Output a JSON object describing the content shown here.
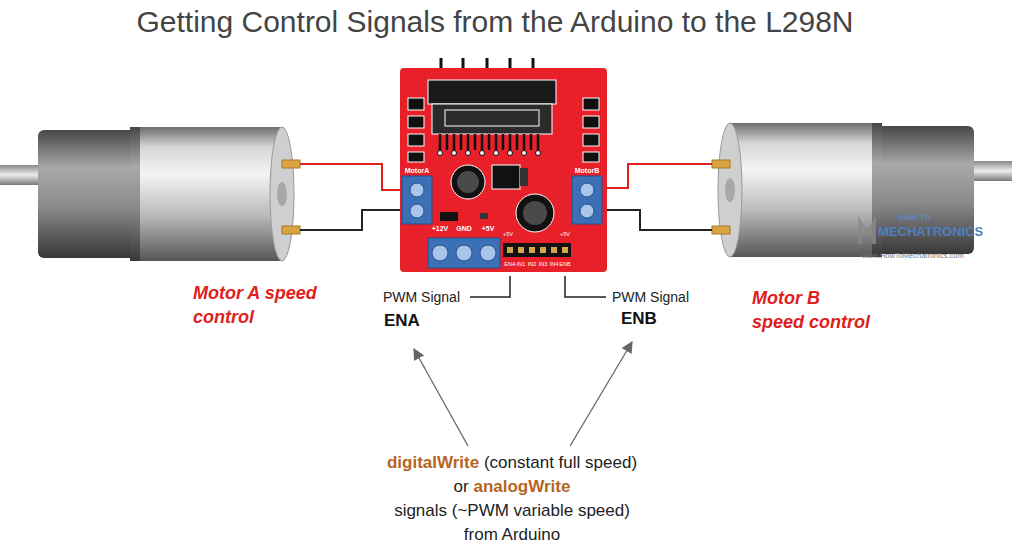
{
  "diagram": {
    "title": "Getting Control Signals from the Arduino to the L298N",
    "nodes": [
      {
        "text": [
          "MotorA",
          "MotorB",
          "+12V",
          "GND",
          "+5V",
          "+5V",
          "ENA",
          "IN1",
          "IN2",
          "IN3",
          "IN4",
          "ENB",
          "+5V"
        ]
      }
    ],
    "labels": [
      "Motor A speed control",
      "PWM Signal",
      "ENA",
      "PWM Signal",
      "ENB",
      "Motor B speed control",
      "HOW TO",
      "MECHATRONICS",
      "www.HowToMechatronics.com",
      "digitalWrite",
      "(constant full speed)",
      "or",
      "analogWrite",
      "signals (~PWM variable speed)",
      "from Arduino"
    ]
  }
}
